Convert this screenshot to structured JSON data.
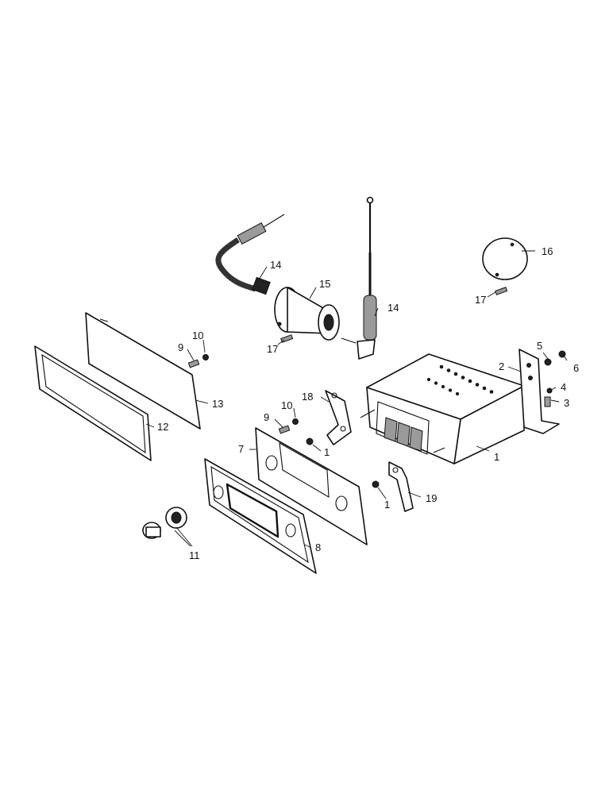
{
  "callouts": {
    "c1a": "1",
    "c1b": "1",
    "c1c": "1",
    "c2": "2",
    "c3": "3",
    "c4": "4",
    "c5": "5",
    "c6": "6",
    "c7": "7",
    "c8": "8",
    "c9a": "9",
    "c9b": "9",
    "c10a": "10",
    "c10b": "10",
    "c11": "11",
    "c12": "12",
    "c13": "13",
    "c14a": "14",
    "c14b": "14",
    "c15": "15",
    "c16": "16",
    "c17a": "17",
    "c17b": "17",
    "c18": "18",
    "c19": "19"
  }
}
